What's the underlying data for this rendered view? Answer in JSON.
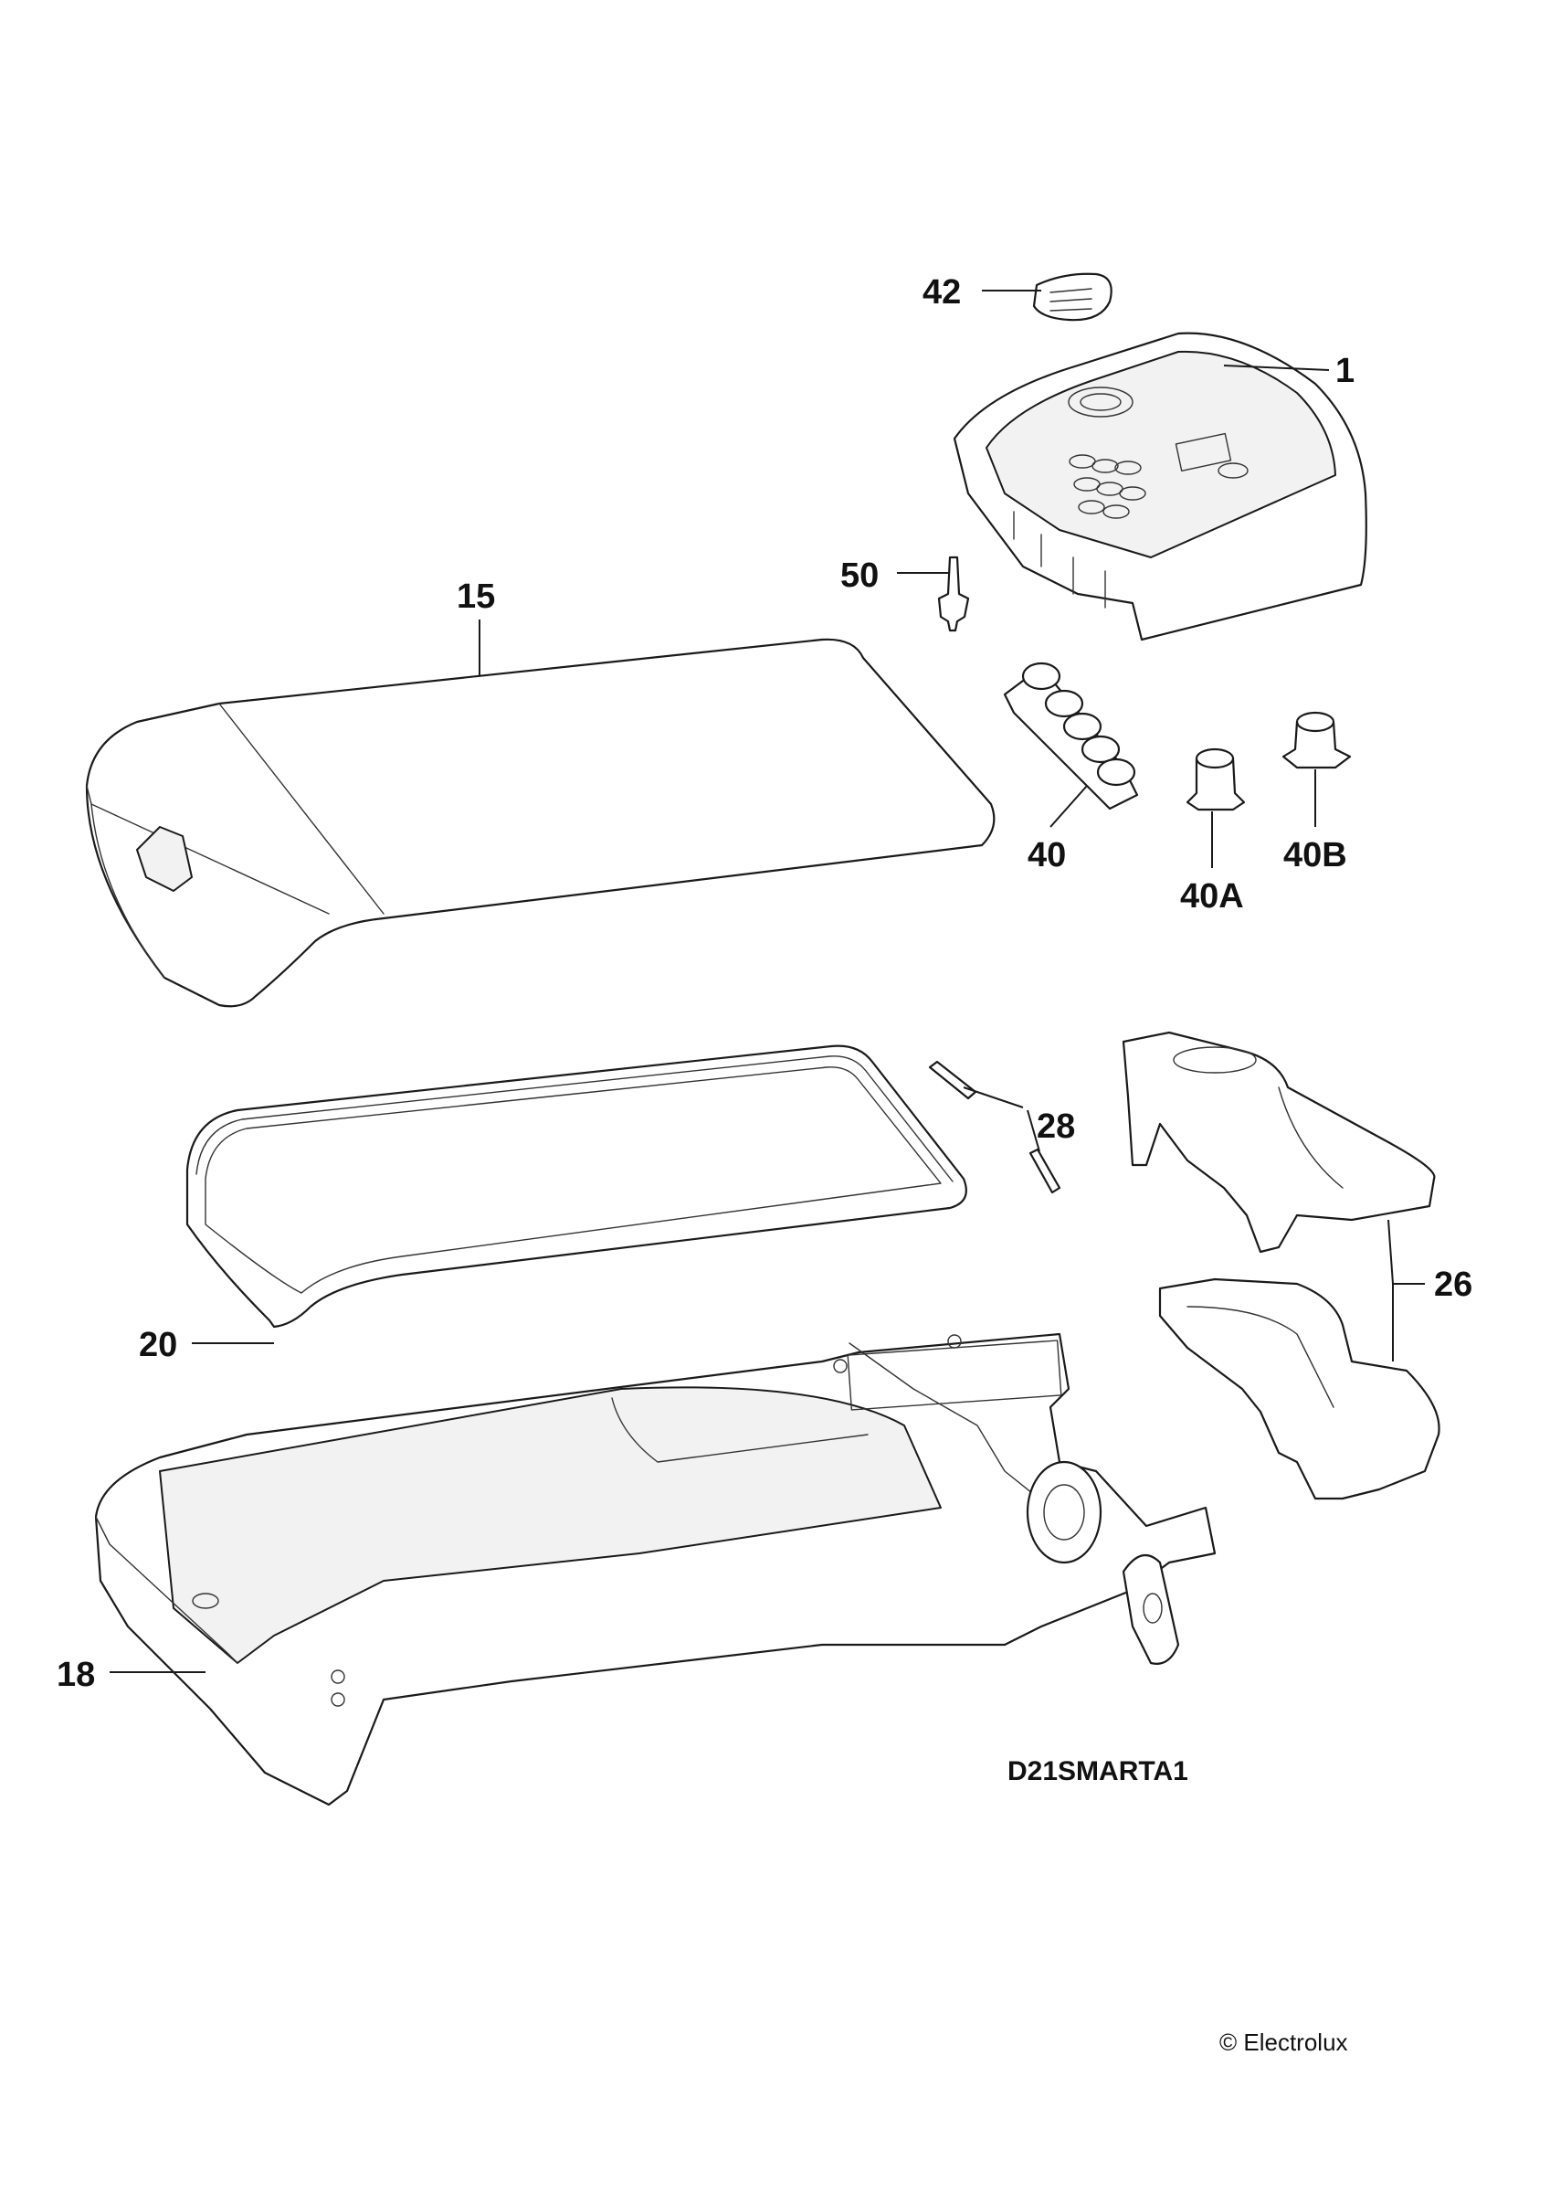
{
  "callouts": {
    "c42": "42",
    "c1": "1",
    "c50": "50",
    "c15": "15",
    "c40": "40",
    "c40a": "40A",
    "c40b": "40B",
    "c28": "28",
    "c26": "26",
    "c20": "20",
    "c18": "18"
  },
  "drawing_code": "D21SMARTA1",
  "copyright": "© Electrolux"
}
